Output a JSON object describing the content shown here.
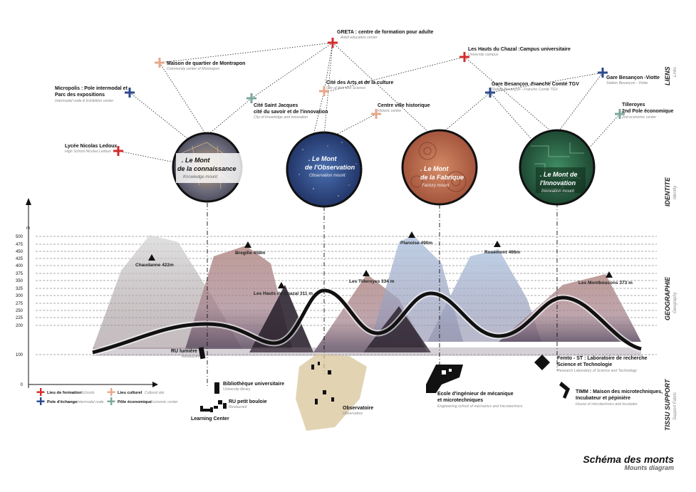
{
  "links": [
    {
      "label": "GRETA : centre de formation pour adulte",
      "sub": "Adult education center",
      "color": "#d32b2b"
    },
    {
      "label": "Maison de quartier de Montrapon",
      "sub": "Community center of Montrapon",
      "color": "#e6a88a"
    },
    {
      "label": "Micropolis : Pole intermodal et",
      "label2": "Parc des expositions",
      "sub": "Intermodal node & Exhibition center",
      "color": "#2b4a8c"
    },
    {
      "label": "Cité Saint Jacques",
      "label2": "cité du savoir et de l'innovation",
      "sub": "City of knowledge and innovation",
      "color": "#7aa89c"
    },
    {
      "label": "Lycée Nicolas Ledoux",
      "sub": "High School Nicolas Ledoux",
      "color": "#d32b2b"
    },
    {
      "label": "Cité des Arts et de la culture",
      "sub": "City of Arts and Science",
      "color": "#e6a88a"
    },
    {
      "label": "Centre ville historique",
      "sub": "Historic centre",
      "color": "#e6a88a"
    },
    {
      "label": "Les Hauts du Chazal :Campus universitaire",
      "sub": "University campus",
      "color": "#d32b2b"
    },
    {
      "label": "Gare Besançon -Franche Comté TGV",
      "sub": "Station Besançon - Franche Comté TGV",
      "color": "#2b4a8c"
    },
    {
      "label": "Gare Besançon -Viotte",
      "sub": "Station Besançon - Viotte",
      "color": "#2b4a8c"
    },
    {
      "label": "Tilleroyes",
      "label2": "2nd Pole économique",
      "sub": "2nd economic center",
      "color": "#7aa89c"
    }
  ],
  "mounts": [
    {
      "title1": ". Le Mont",
      "title2": "de la connaissance",
      "sub": "Knowledge mount",
      "color": "#7a6a55"
    },
    {
      "title1": ". Le Mont",
      "title2": "de l'Observation",
      "sub": "Observation mount",
      "color": "#2a3f7a"
    },
    {
      "title1": ". Le Mont",
      "title2": "de la Fabrique",
      "sub": "Factury mount",
      "color": "#b86a4c"
    },
    {
      "title1": ". Le Mont de",
      "title2": "l'Innovation",
      "sub": "Innovation mount",
      "color": "#2f6b4d"
    }
  ],
  "peaks": [
    {
      "label": "Chaudanne 422m"
    },
    {
      "label": "Bregille 458m"
    },
    {
      "label": "Les Hauts de Chazal 311 m"
    },
    {
      "label": "Les Tilleroyes 334 m"
    },
    {
      "label": "Planoise 490m"
    },
    {
      "label": "Rosemont 466m"
    },
    {
      "label": "Les Montboucons 373 m"
    }
  ],
  "axis": {
    "unit": "m",
    "ticks": [
      "500",
      "475",
      "450",
      "425",
      "400",
      "375",
      "350",
      "325",
      "300",
      "275",
      "250",
      "225",
      "200",
      "100",
      "0"
    ]
  },
  "support": [
    {
      "label": "RU lumière",
      "sub": "Restaurant"
    },
    {
      "label": "Bibliothèque universitaire",
      "sub": "University library"
    },
    {
      "label": "RU petit bouloie",
      "sub": "Restaurant"
    },
    {
      "label": "Learning Center"
    },
    {
      "label": "Observatoire",
      "sub": "Observatory"
    },
    {
      "label": "Ecole d'ingénieur de mécanique",
      "label2": "et microtechniques",
      "sub": "Engineering school of mechanics and microtechnics"
    },
    {
      "label": "Femto - ST : Laboratoire de recherche",
      "label2": "Science et Technologie",
      "sub": "Research Laboratory of Science and Technology"
    },
    {
      "label": "TIMM : Maison des microtechniques,",
      "label2": "Incubateur et pépinière",
      "sub": "House of microtechnics and incubator"
    }
  ],
  "legend": [
    {
      "label": "Lieu de formation",
      "sub": "Schools",
      "color": "#d32b2b"
    },
    {
      "label": "Lieu culturel",
      "sub": "Cultural site",
      "color": "#e6a88a"
    },
    {
      "label": "Pole d'échange",
      "sub": "Intermodal node",
      "color": "#2b4a8c"
    },
    {
      "label": "Pôle économique",
      "sub": "Economic center",
      "color": "#7aa89c"
    }
  ],
  "sections": [
    {
      "label": "LIENS",
      "sub": "Links"
    },
    {
      "label": "IDENTITE",
      "sub": "Identity"
    },
    {
      "label": "GEOGRAPHIE",
      "sub": "Geography"
    },
    {
      "label": "TISSU SUPPORT",
      "sub": "Support Fabric"
    }
  ],
  "title": "Schéma des monts",
  "subtitle": "Mounts diagram"
}
